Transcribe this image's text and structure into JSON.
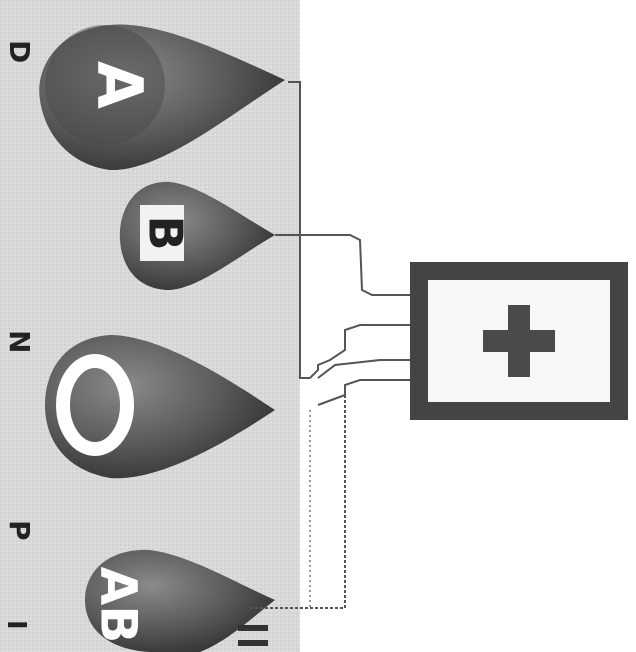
{
  "diagram": {
    "blood_types": [
      {
        "id": "A",
        "label": "A"
      },
      {
        "id": "B",
        "label": "B"
      },
      {
        "id": "O",
        "label": "O"
      },
      {
        "id": "AB",
        "label": "AB"
      }
    ],
    "hospital_symbol": "+",
    "side_text": [
      "D",
      "N",
      "P",
      "I"
    ],
    "colors": {
      "drop_dark": "#3a3a3a",
      "drop_mid": "#5a5a5a",
      "drop_light": "#8a8a8a",
      "connector": "#555555",
      "box_frame": "#444444",
      "box_fill": "#f7f7f7",
      "cross": "#4a4a4a"
    }
  }
}
